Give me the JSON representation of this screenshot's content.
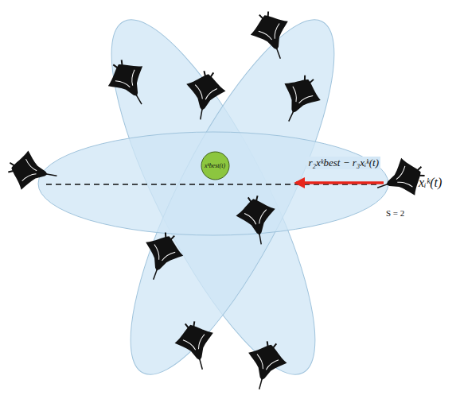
{
  "diagram": {
    "nodes": [
      {
        "text": [
          "xᵏbest(t)"
        ]
      }
    ],
    "labels": [
      "r₂xᵏbest − r₃xᵢᵏ(t)",
      "xᵢᵏ(t)",
      "S = 2"
    ]
  }
}
